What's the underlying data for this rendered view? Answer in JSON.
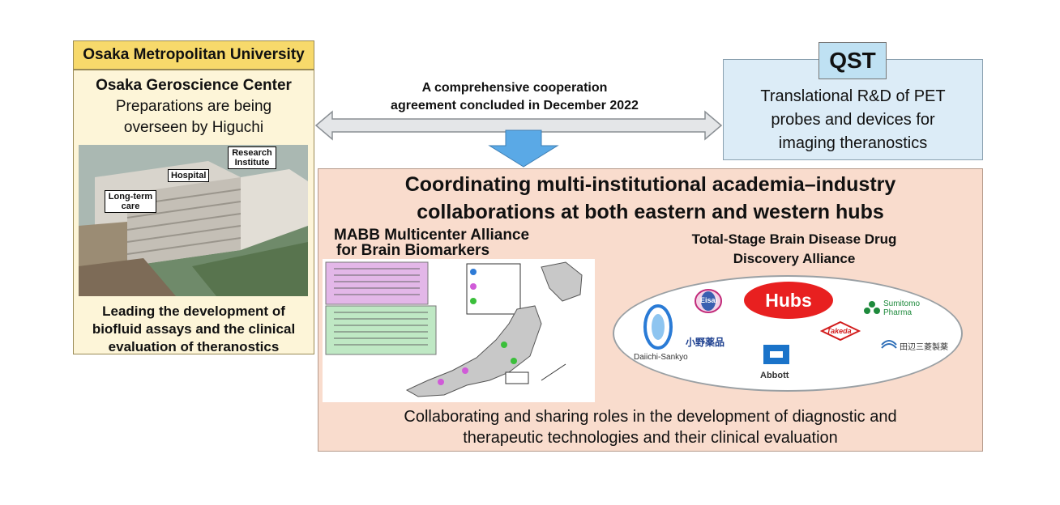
{
  "left": {
    "university": "Osaka Metropolitan University",
    "center_name": "Osaka Geroscience Center",
    "prep_line1": "Preparations are being",
    "prep_line2": "overseen by Higuchi",
    "photo_labels": {
      "research": "Research Institute",
      "hospital": "Hospital",
      "longterm": "Long-term care"
    },
    "lead_line1": "Leading the development of",
    "lead_line2": "biofluid assays and the clinical",
    "lead_line3": "evaluation of theranostics"
  },
  "agreement": {
    "line1": "A comprehensive cooperation",
    "line2": "agreement concluded in December 2022"
  },
  "qst": {
    "badge": "QST",
    "line1": "Translational R&D of PET",
    "line2": "probes and devices for",
    "line3": "imaging theranostics"
  },
  "main": {
    "title_line1": "Coordinating multi-institutional academia–industry",
    "title_line2": "collaborations at both eastern and western hubs",
    "mabb_line1": "MABB Multicenter Alliance",
    "mabb_line2": "for Brain Biomarkers",
    "ts_line1": "Total-Stage Brain Disease Drug",
    "ts_line2": "Discovery Alliance",
    "hubs": "Hubs",
    "logos": {
      "daiichi": "Daiichi-Sankyo",
      "eisai": "Eisai",
      "ono": "小野薬品",
      "abbott": "Abbott",
      "takeda": "Takeda",
      "sumitomo": "Sumitomo Pharma",
      "mitsubishi": "田辺三菱製薬"
    },
    "collab_line1": "Collaborating and sharing roles in the development of diagnostic and",
    "collab_line2": "therapeutic technologies and their clinical evaluation"
  },
  "colors": {
    "omu_header": "#f7d96b",
    "omu_body": "#fdf5d8",
    "qst_box": "#dcecf7",
    "main_panel": "#f9dccd",
    "arrow": "#5aa9e6",
    "hubs": "#e82020"
  }
}
